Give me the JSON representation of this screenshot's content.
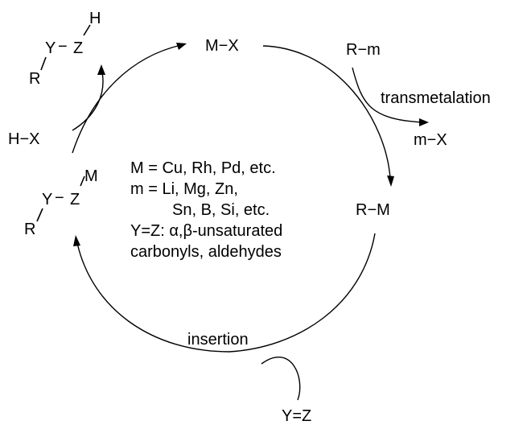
{
  "species": {
    "mx": "M−X",
    "rm_reagent": "R−m",
    "mx_byproduct": "m−X",
    "rm": "R−M",
    "hx": "H−X",
    "yz": "Y=Z"
  },
  "product": {
    "h": "H",
    "y": "Y",
    "dash": "−",
    "z": "Z",
    "r": "R"
  },
  "intermediate": {
    "m": "M",
    "y": "Y",
    "dash": "−",
    "z": "Z",
    "r": "R"
  },
  "steps": {
    "transmetalation": "transmetalation",
    "insertion": "insertion"
  },
  "legend": {
    "line1": "M = Cu, Rh, Pd, etc.",
    "line2": "m = Li, Mg, Zn,",
    "line3": "Sn, B, Si, etc.",
    "line4": "Y=Z: α,β-unsaturated",
    "line5": "carbonyls, aldehydes"
  }
}
